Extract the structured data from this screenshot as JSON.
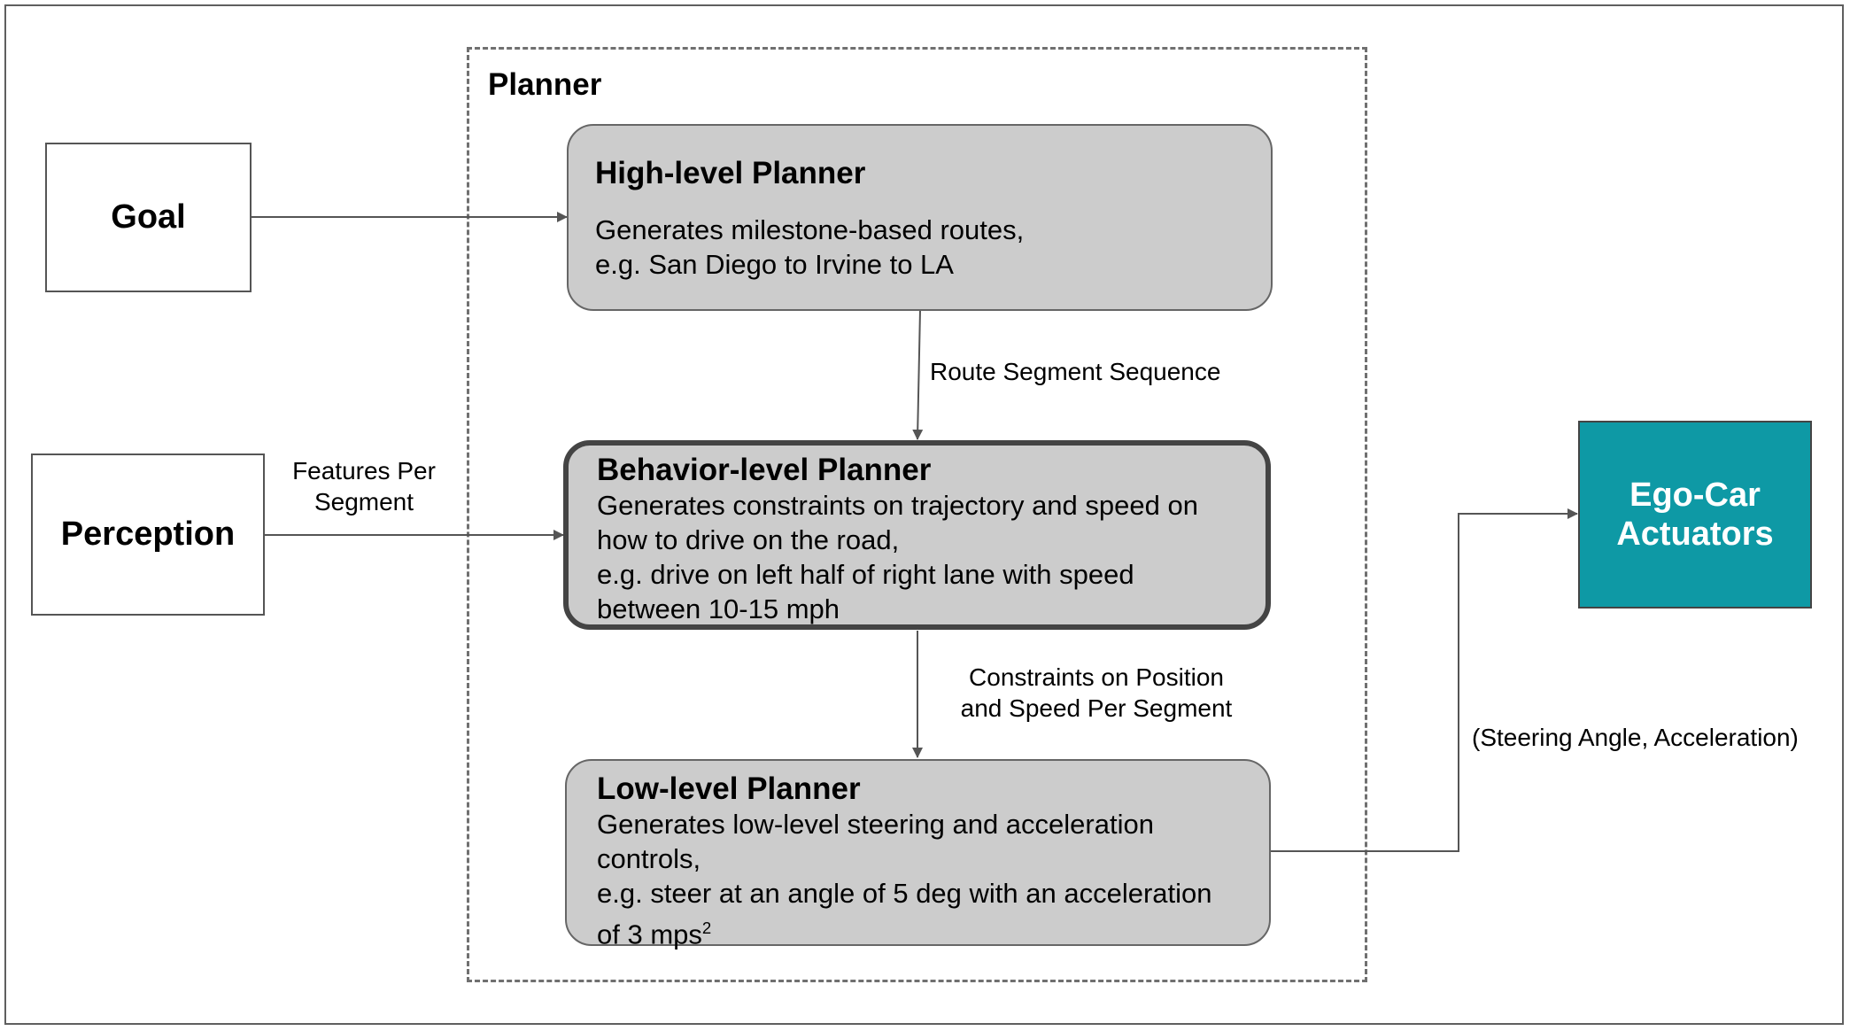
{
  "planner": {
    "title": "Planner"
  },
  "goal": {
    "label": "Goal"
  },
  "perception": {
    "label": "Perception"
  },
  "high_level": {
    "title": "High-level Planner",
    "desc": [
      "Generates milestone-based routes,",
      "e.g. San Diego to Irvine to LA"
    ]
  },
  "behavior_level": {
    "title": "Behavior-level Planner",
    "desc": [
      "Generates constraints on trajectory and speed on",
      "how to drive on the road,",
      "e.g. drive on left half of right lane with speed",
      "between 10-15 mph"
    ]
  },
  "low_level": {
    "title": "Low-level Planner",
    "desc": [
      "Generates low-level steering and acceleration",
      "controls,",
      "e.g. steer at an angle of 5 deg with an acceleration"
    ],
    "desc_last_prefix": "of 3 mps",
    "desc_last_sup": "2"
  },
  "actuators": {
    "line1": "Ego-Car",
    "line2": "Actuators",
    "color": "#0e99a5"
  },
  "edges": {
    "route_segment": "Route Segment Sequence",
    "features": [
      "Features Per",
      "Segment"
    ],
    "constraints": [
      "Constraints on Position",
      "and Speed Per Segment"
    ],
    "controls": "(Steering Angle, Acceleration)"
  }
}
